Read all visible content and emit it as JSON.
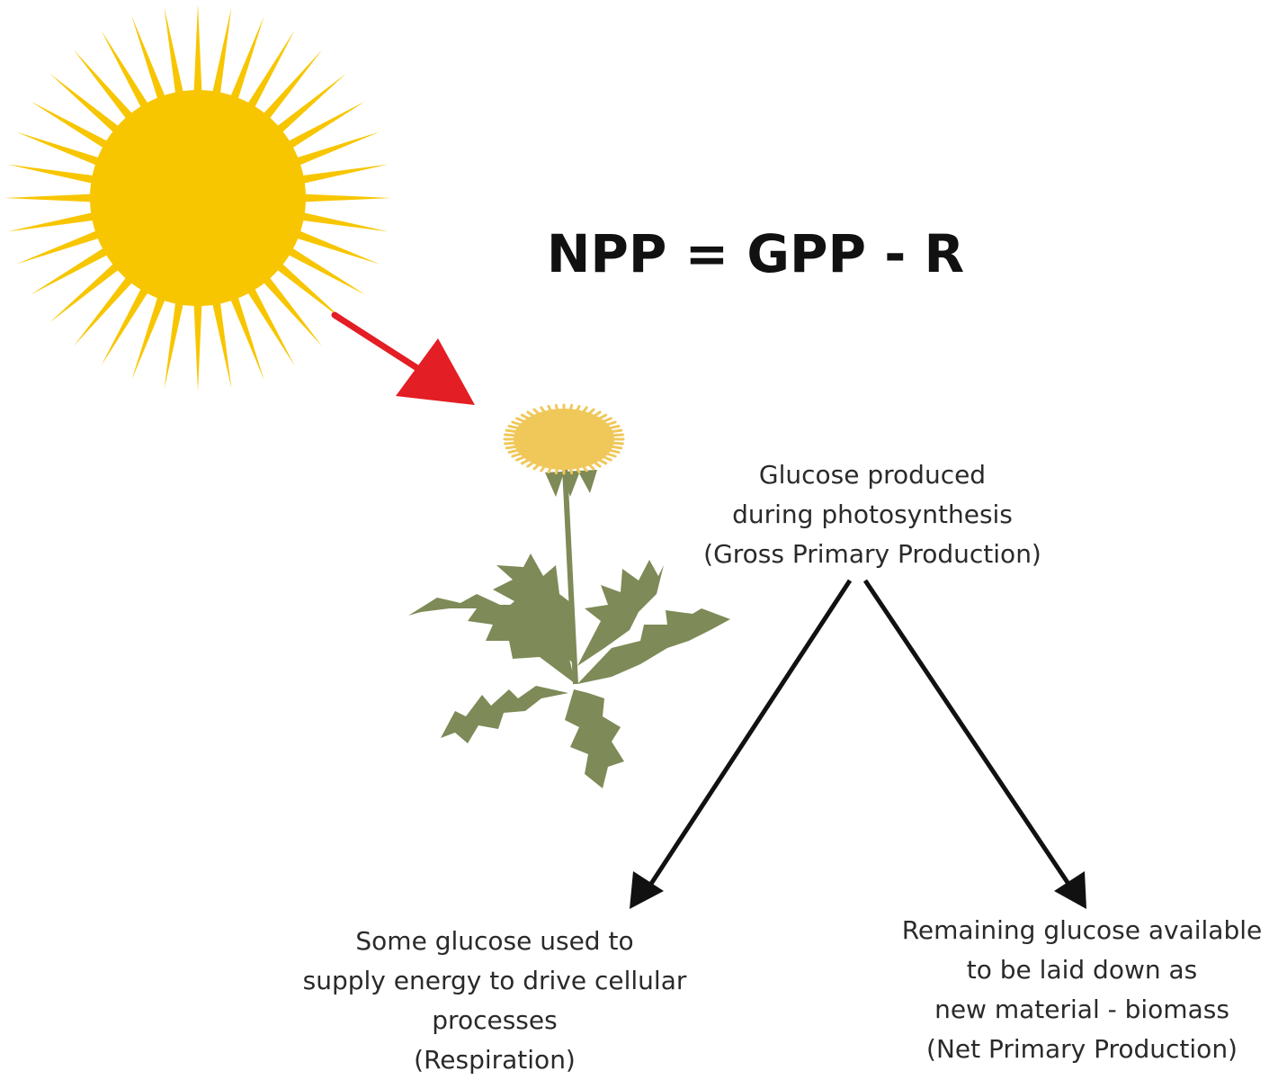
{
  "equation": "NPP = GPP - R",
  "labels": {
    "gpp": [
      "Glucose produced",
      "during photosynthesis",
      "(Gross Primary Production)"
    ],
    "respiration": [
      "Some glucose used to",
      "supply energy to drive cellular",
      "processes",
      "(Respiration)"
    ],
    "npp": [
      "Remaining glucose available",
      "to be laid down as",
      "new material - biomass",
      "(Net Primary Production)"
    ]
  },
  "colors": {
    "sun": "#F7C600",
    "sun_arrow": "#E31E24",
    "flower_head": "#F0C85A",
    "leaf": "#7E8A57",
    "arrow": "#111111",
    "text": "#2a2a2a"
  },
  "icons": {
    "sun": "sun-icon",
    "plant": "dandelion-icon"
  }
}
